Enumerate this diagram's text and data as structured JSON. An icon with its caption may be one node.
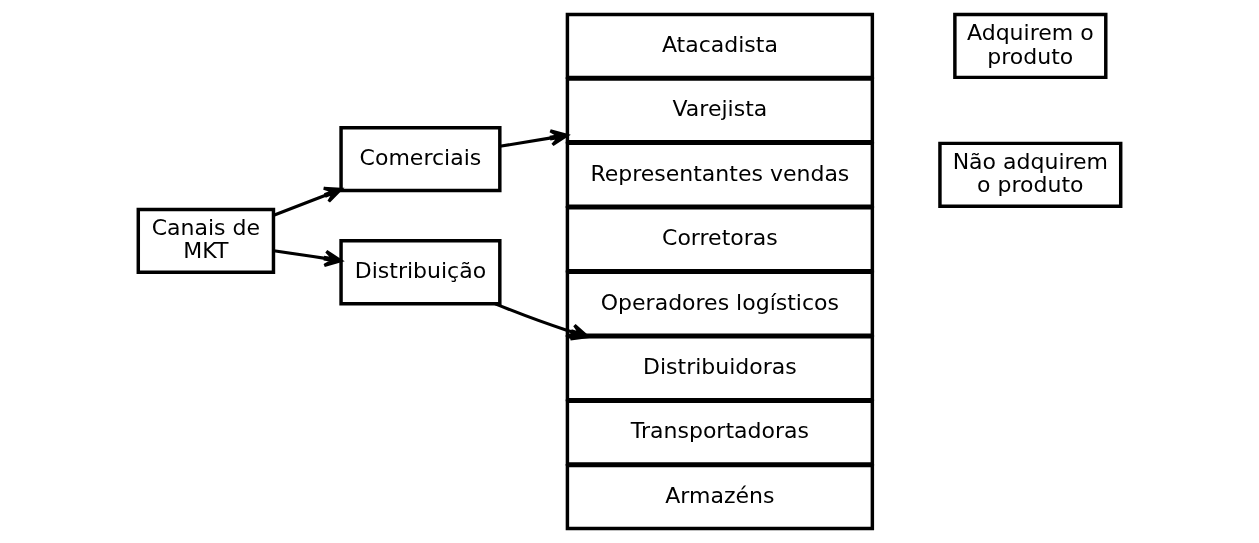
{
  "diagram": {
    "nodes": [
      {
        "text": [
          "Canais de MKT"
        ]
      },
      {
        "text": [
          "Comerciais"
        ]
      },
      {
        "text": [
          "Distribuição"
        ]
      },
      {
        "text": [
          "Atacadista"
        ]
      },
      {
        "text": [
          "Varejista"
        ]
      },
      {
        "text": [
          "Representantes vendas"
        ]
      },
      {
        "text": [
          "Corretoras"
        ]
      },
      {
        "text": [
          "Adquirem o produto"
        ]
      },
      {
        "text": [
          "Não adquirem o produto"
        ]
      },
      {
        "text": [
          "Operadores logísticos"
        ]
      },
      {
        "text": [
          "Distribuidoras"
        ]
      },
      {
        "text": [
          "Transportadoras"
        ]
      },
      {
        "text": [
          "Armazéns"
        ]
      }
    ],
    "edges": [
      {
        "from": 0,
        "to": 1,
        "arrow": "to"
      },
      {
        "from": 0,
        "to": 2,
        "arrow": "to"
      },
      {
        "from": 1,
        "to": 4,
        "arrow": "to"
      },
      {
        "from": 2,
        "to": 10,
        "arrow": "to"
      }
    ]
  }
}
